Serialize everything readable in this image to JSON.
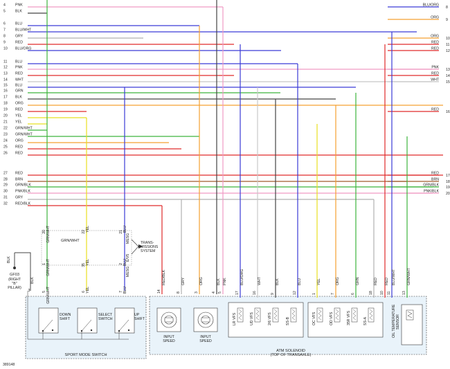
{
  "left_wires": [
    {
      "num": "4",
      "label": "PNK",
      "color": "#f09ac4"
    },
    {
      "num": "5",
      "label": "BLK",
      "color": "#444444"
    },
    {
      "num": "6",
      "label": "BLU",
      "color": "#3a3ad6"
    },
    {
      "num": "7",
      "label": "BLU/WHT",
      "color": "#3a3ad6"
    },
    {
      "num": "8",
      "label": "GRY",
      "color": "#b0b0b0"
    },
    {
      "num": "9",
      "label": "RED",
      "color": "#e02a2a"
    },
    {
      "num": "10",
      "label": "BLU/ORG",
      "color": "#3a3ad6"
    },
    {
      "num": "11",
      "label": "BLU",
      "color": "#3a3ad6"
    },
    {
      "num": "12",
      "label": "PNK",
      "color": "#f09ac4"
    },
    {
      "num": "13",
      "label": "RED",
      "color": "#e02a2a"
    },
    {
      "num": "14",
      "label": "WHT",
      "color": "#c8c8c8"
    },
    {
      "num": "15",
      "label": "BLU",
      "color": "#3a3ad6"
    },
    {
      "num": "16",
      "label": "GRN",
      "color": "#3cb43c"
    },
    {
      "num": "17",
      "label": "BLK",
      "color": "#444444"
    },
    {
      "num": "18",
      "label": "ORG",
      "color": "#f5a030"
    },
    {
      "num": "19",
      "label": "RED",
      "color": "#e02a2a"
    },
    {
      "num": "20",
      "label": "YEL",
      "color": "#e8e020"
    },
    {
      "num": "21",
      "label": "YEL",
      "color": "#e8e020"
    },
    {
      "num": "22",
      "label": "GRN/WHT",
      "color": "#3cb43c"
    },
    {
      "num": "23",
      "label": "GRN/WHT",
      "color": "#3cb43c"
    },
    {
      "num": "24",
      "label": "ORG",
      "color": "#f5a030"
    },
    {
      "num": "25",
      "label": "RED",
      "color": "#e02a2a"
    },
    {
      "num": "26",
      "label": "RED",
      "color": "#e02a2a"
    },
    {
      "num": "27",
      "label": "RED",
      "color": "#e02a2a"
    },
    {
      "num": "28",
      "label": "BRN",
      "color": "#a05a2c"
    },
    {
      "num": "29",
      "label": "GRN/BLK",
      "color": "#3cb43c"
    },
    {
      "num": "30",
      "label": "PNK/BLK",
      "color": "#f09ac4"
    },
    {
      "num": "31",
      "label": "GRY",
      "color": "#b0b0b0"
    },
    {
      "num": "32",
      "label": "RED/BLK",
      "color": "#e02a2a"
    }
  ],
  "right_wires": [
    {
      "num": "8",
      "label": "BLU/ORG",
      "color": "#3a3ad6"
    },
    {
      "num": "9",
      "label": "ORG",
      "color": "#f5a030"
    },
    {
      "num": "10",
      "label": "ORG",
      "color": "#f5a030"
    },
    {
      "num": "11",
      "label": "RED",
      "color": "#e02a2a"
    },
    {
      "num": "12",
      "label": "RED",
      "color": "#e02a2a"
    },
    {
      "num": "13",
      "label": "PNK",
      "color": "#f09ac4"
    },
    {
      "num": "14",
      "label": "RED",
      "color": "#e02a2a"
    },
    {
      "num": "15",
      "label": "WHT",
      "color": "#c8c8c8"
    },
    {
      "num": "16",
      "label": "RED",
      "color": "#e02a2a"
    },
    {
      "num": "17",
      "label": "RED",
      "color": "#e02a2a"
    },
    {
      "num": "18",
      "label": "BRN",
      "color": "#a05a2c"
    },
    {
      "num": "19",
      "label": "GRN/BLK",
      "color": "#3cb43c"
    },
    {
      "num": "20",
      "label": "PNK/BLK",
      "color": "#f09ac4"
    }
  ],
  "sport_switch": {
    "pins": [
      {
        "num": "20",
        "label": "GRN/WHT"
      },
      {
        "num": "22",
        "label": "YEL"
      },
      {
        "num": "21",
        "label": "BLU"
      },
      {
        "num": "1",
        "label": "GRN/WHT"
      },
      {
        "num": "35",
        "label": "YEL"
      },
      {
        "num": "2",
        "label": "BLU"
      },
      {
        "num": "5",
        "label": "GRN/WHT"
      },
      {
        "num": "6",
        "label": "YEL"
      },
      {
        "num": "7",
        "label": "BLU"
      }
    ],
    "jumper_label": "GRN/WHT",
    "mesg_top": "MESG",
    "mesg_mid": "E/V5",
    "mesg_bot": "MESG",
    "trans_label_1": "TRANS-",
    "trans_label_2": "MISSIONS",
    "trans_label_3": "SYSTEM",
    "down_shift_1": "DOWN",
    "down_shift_2": "SHIFT",
    "select_switch_1": "SELECT",
    "select_switch_2": "SWITCH",
    "up_shift_1": "UP",
    "up_shift_2": "SHIFT",
    "caption": "SPORT MODE SWITCH"
  },
  "ground": {
    "pin": "3",
    "wire": "BLK",
    "top_label": "BLK",
    "name": "GF03",
    "sub1": "(RIGHT",
    "sub2": "\"B\"",
    "sub3": "PILLAR)"
  },
  "sensors": [
    {
      "pin": "14",
      "label": "RED/BLK",
      "color": "#e02a2a"
    },
    {
      "pin": "8",
      "label": "GRY",
      "color": "#b0b0b0"
    },
    {
      "pin": "3",
      "label": "ORG",
      "color": "#f5a030"
    },
    {
      "pin": "4",
      "label": "BLK",
      "color": "#444444"
    },
    {
      "pin": "5",
      "label": "PNK",
      "color": "#f09ac4"
    }
  ],
  "input_speed_1": "INPUT",
  "input_speed_2": "SPEED",
  "solenoid_pins": [
    {
      "pin": "17",
      "label": "BLU/ORG"
    },
    {
      "pin": "16",
      "label": "WHT"
    },
    {
      "pin": "9",
      "label": "BLK"
    },
    {
      "pin": "12",
      "label": "BLU"
    },
    {
      "pin": "1",
      "label": "YEL"
    },
    {
      "pin": "7",
      "label": "ORG"
    },
    {
      "pin": "6",
      "label": "GRN"
    },
    {
      "pin": "18",
      "label": "RED"
    },
    {
      "pin": "10",
      "label": "RED"
    },
    {
      "pin": "11",
      "label": "BLU/WHT"
    },
    {
      "pin": "13",
      "label": "GRN/WHT"
    }
  ],
  "solenoids": [
    "LR VFS",
    "UD VFS",
    "2/6 VFS",
    "SS-B",
    "OC VFS",
    "OD VFS",
    "35R VFS",
    "SS-A"
  ],
  "atm_caption_1": "ATM SOLENOID",
  "atm_caption_2": "(TOP OF TRANSAXLE)",
  "oil_temp_1": "OIL TEMPERATURE",
  "oil_temp_2": "SENSOR",
  "figure_id": "389148"
}
